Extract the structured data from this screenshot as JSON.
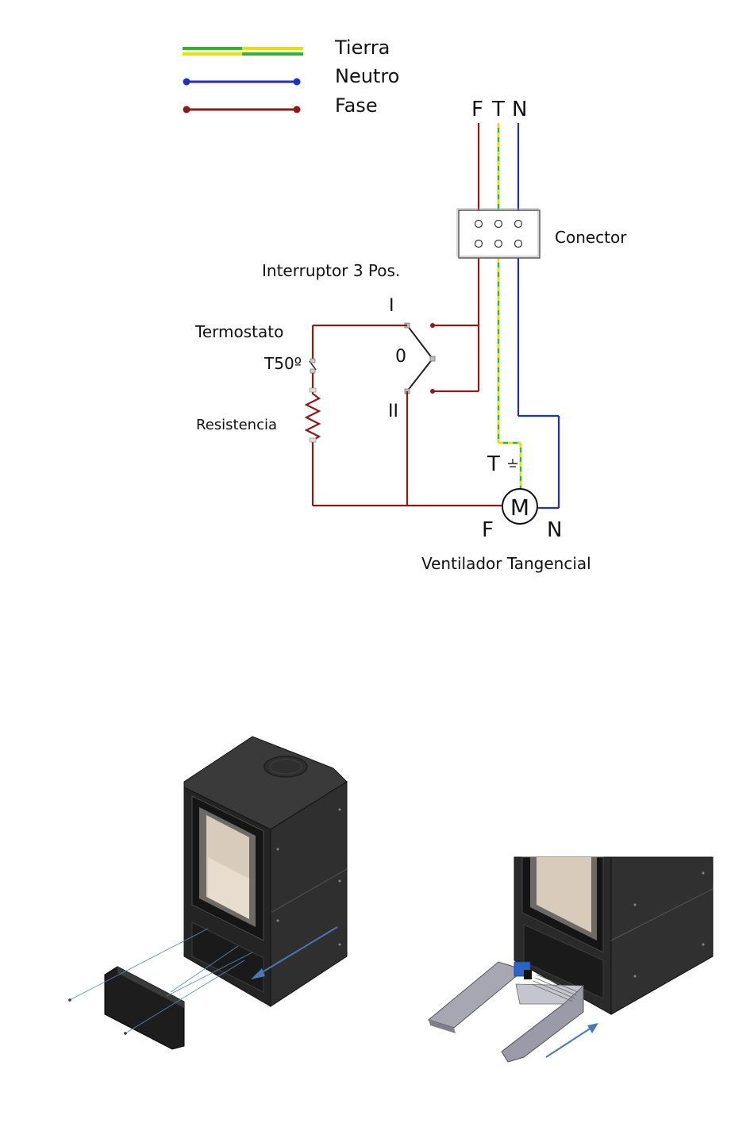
{
  "legend": {
    "tierra": "Tierra",
    "neutro": "Neutro",
    "fase": "Fase"
  },
  "labels": {
    "supply_f": "F",
    "supply_t": "T",
    "supply_n": "N",
    "conector": "Conector",
    "interruptor": "Interruptor 3 Pos.",
    "pos_i": "I",
    "pos_0": "0",
    "pos_ii": "II",
    "termostato": "Termostato",
    "termostato_value": "T50º",
    "resistencia": "Resistencia",
    "motor_t": "T",
    "motor_symbol": "M",
    "motor_f": "F",
    "motor_n": "N",
    "ventilador": "Ventilador Tangencial"
  },
  "colors": {
    "fase": "#8b1a1a",
    "neutro": "#1f2fc4",
    "tierra_green": "#2fb52f",
    "tierra_yellow": "#e8e000",
    "stove_body": "#2b2b2b",
    "glass": "#d9cbbb",
    "arrow": "#4a78b5",
    "tray": "#9a9aa8"
  }
}
